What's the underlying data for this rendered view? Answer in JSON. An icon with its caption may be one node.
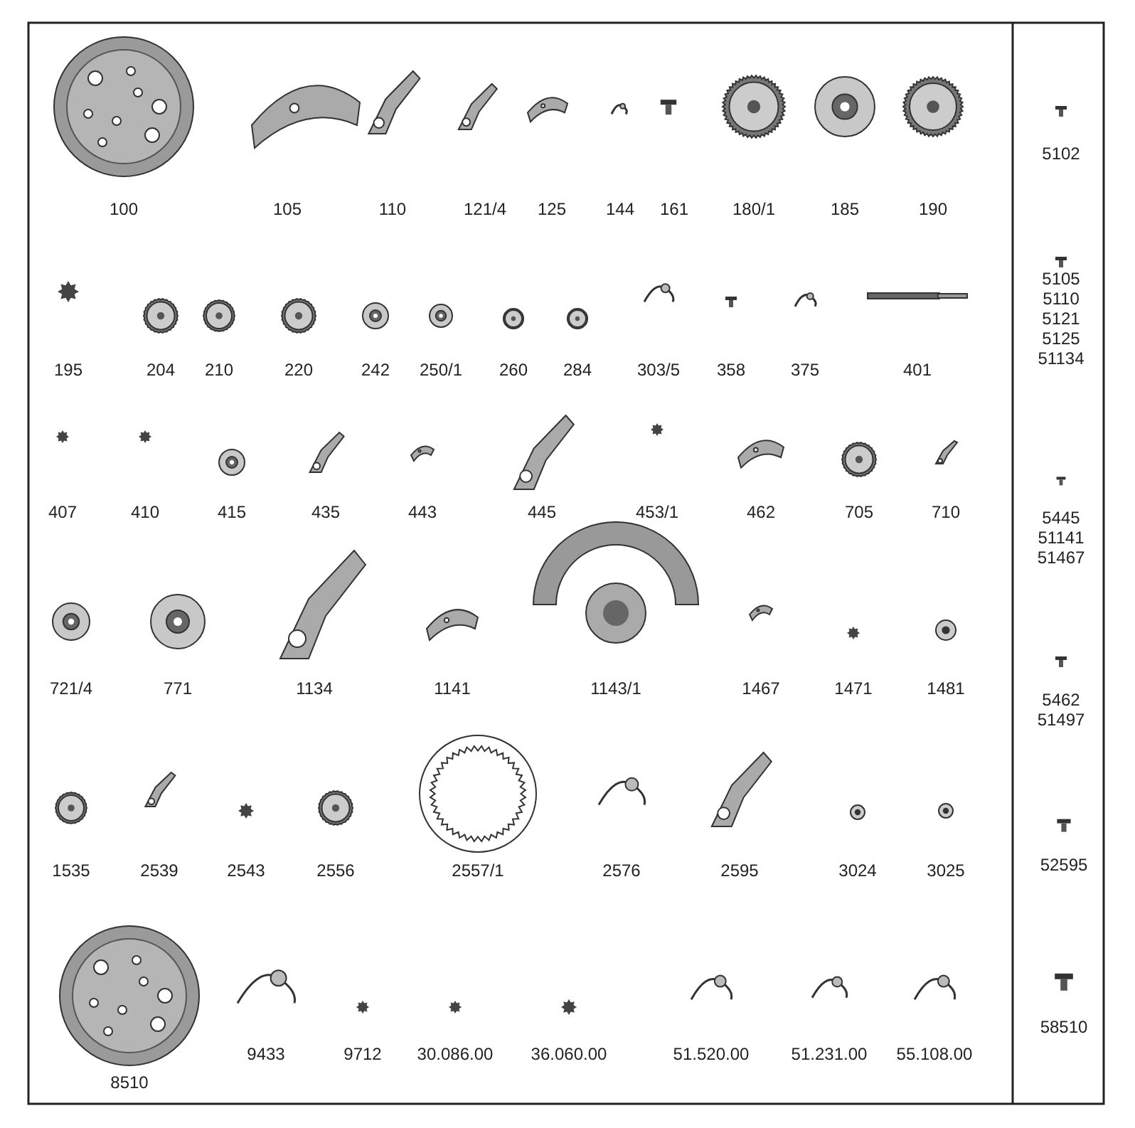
{
  "diagram": {
    "labels": [
      "100",
      "105",
      "110",
      "121/4",
      "125",
      "144",
      "161",
      "180/1",
      "185",
      "190",
      "5102",
      "195",
      "204",
      "210",
      "220",
      "242",
      "250/1",
      "260",
      "284",
      "303/5",
      "358",
      "375",
      "401",
      "5105",
      "5110",
      "5121",
      "5125",
      "51134",
      "407",
      "410",
      "415",
      "435",
      "443",
      "445",
      "453/1",
      "462",
      "705",
      "710",
      "5445",
      "51141",
      "51467",
      "721/4",
      "771",
      "1134",
      "1141",
      "1143/1",
      "1467",
      "1471",
      "1481",
      "5462",
      "51497",
      "1535",
      "2539",
      "2543",
      "2556",
      "2557/1",
      "2576",
      "2595",
      "3024",
      "3025",
      "52595",
      "9433",
      "9712",
      "30.086.00",
      "36.060.00",
      "51.520.00",
      "51.231.00",
      "55.108.00",
      "8510",
      "58510"
    ]
  }
}
